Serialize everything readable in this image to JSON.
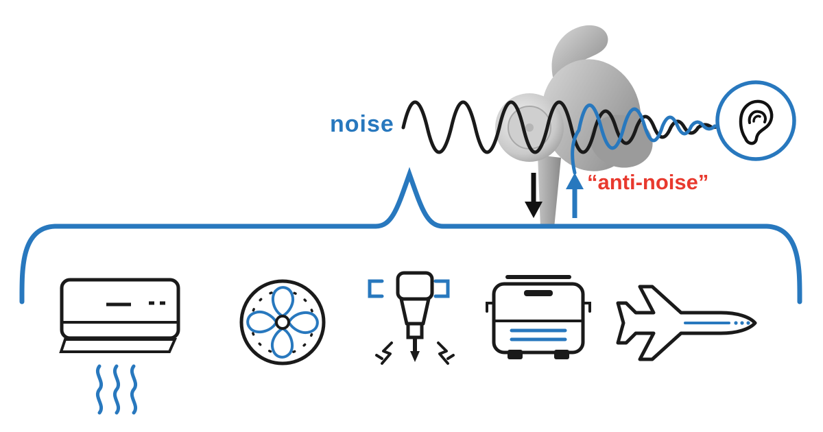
{
  "labels": {
    "noise": "noise",
    "anti_noise": "“anti-noise”"
  },
  "colors": {
    "accent_blue": "#2878be",
    "wave_black": "#1a1a1a",
    "anti_noise_red": "#e8392e",
    "earbud_gray": "#a8a8a8"
  },
  "noise_sources": [
    {
      "name": "air-conditioner"
    },
    {
      "name": "fan"
    },
    {
      "name": "jackhammer"
    },
    {
      "name": "bus"
    },
    {
      "name": "airplane"
    }
  ]
}
